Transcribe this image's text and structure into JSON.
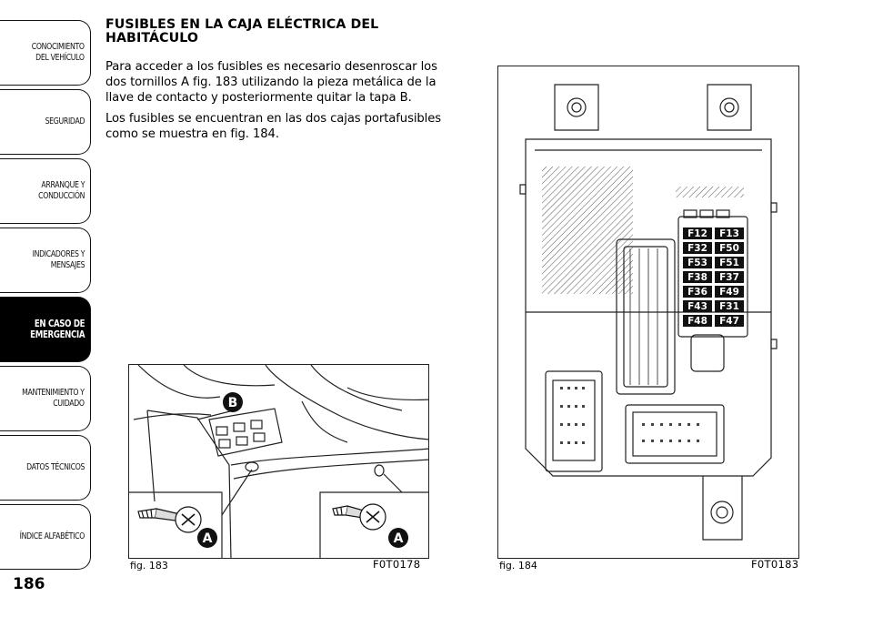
{
  "sidebar": {
    "tabs": [
      {
        "label": "CONOCIMIENTO\nDEL VEHÍCULO",
        "active": false
      },
      {
        "label": "SEGURIDAD",
        "active": false
      },
      {
        "label": "ARRANQUE Y\nCONDUCCIÓN",
        "active": false
      },
      {
        "label": "INDICADORES Y\nMENSAJES",
        "active": false
      },
      {
        "label": "EN CASO DE\nEMERGENCIA",
        "active": true
      },
      {
        "label": "MANTENIMIENTO Y\nCUIDADO",
        "active": false
      },
      {
        "label": "DATOS TÉCNICOS",
        "active": false
      },
      {
        "label": "ÍNDICE ALFABÉTICO",
        "active": false
      }
    ]
  },
  "page_number": "186",
  "content": {
    "heading": "FUSIBLES EN LA CAJA ELÉCTRICA DEL HABITÁCULO",
    "paragraph1": "Para acceder a los fusibles es necesario desenroscar los dos tornillos A fig. 183 utilizando la pieza metálica de la llave de contacto y posteriormente quitar la tapa B.",
    "paragraph2": "Los fusibles se encuentran en las dos cajas portafusibles como se muestra en fig. 184."
  },
  "figures": {
    "fig183": {
      "caption": "fig. 183",
      "code": "F0T0178",
      "label_a": "A",
      "label_b": "B"
    },
    "fig184": {
      "caption": "fig. 184",
      "code": "F0T0183",
      "fuse_rows": [
        [
          "F12",
          "F13"
        ],
        [
          "F32",
          "F50"
        ],
        [
          "F53",
          "F51"
        ],
        [
          "F38",
          "F37"
        ],
        [
          "F36",
          "F49"
        ],
        [
          "F43",
          "F31"
        ],
        [
          "F48",
          "F47"
        ]
      ]
    }
  }
}
